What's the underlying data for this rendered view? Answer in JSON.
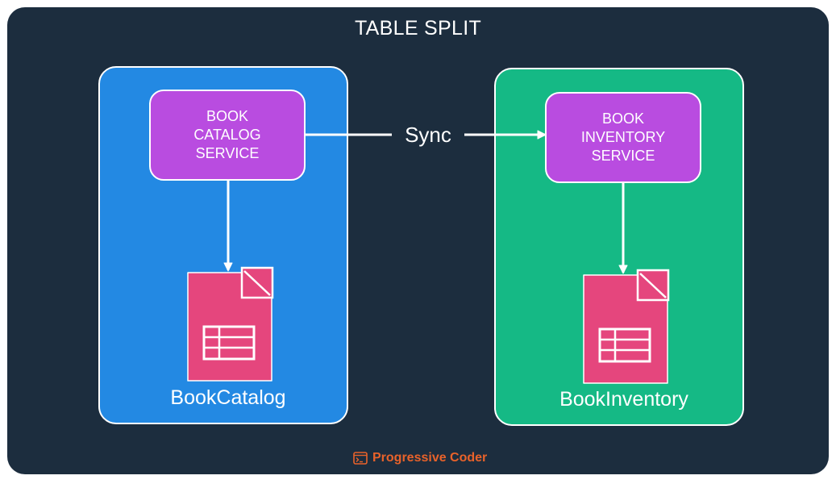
{
  "diagram": {
    "title": "TABLE SPLIT",
    "nodes": {
      "catalog_service": {
        "label": "BOOK\nCATALOG\nSERVICE"
      },
      "inventory_service": {
        "label": "BOOK\nINVENTORY\nSERVICE"
      },
      "catalog_table": {
        "label": "BookCatalog"
      },
      "inventory_table": {
        "label": "BookInventory"
      }
    },
    "edges": {
      "sync": {
        "label": "Sync",
        "from": "BOOK CATALOG SERVICE",
        "to": "BOOK INVENTORY SERVICE"
      }
    }
  },
  "branding": {
    "name": "Progressive Coder"
  },
  "colors": {
    "background": "#1c2d3e",
    "catalog_zone": "#2389e3",
    "inventory_zone": "#15b985",
    "service_box": "#b94ce0",
    "table_icon": "#e5467d",
    "brand": "#e8622a"
  }
}
